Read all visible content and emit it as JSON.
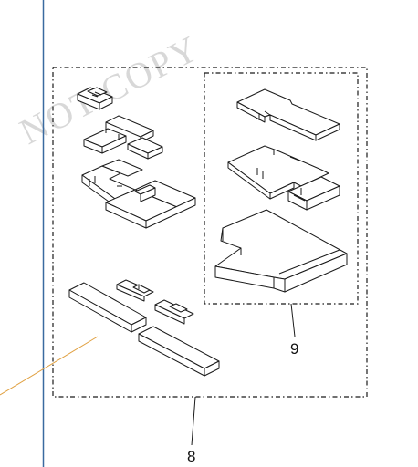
{
  "watermark": {
    "text": "NOT COPY",
    "color": "#d6d6d6"
  },
  "callouts": [
    {
      "id": "8",
      "label": "8"
    },
    {
      "id": "9",
      "label": "9"
    }
  ],
  "colors": {
    "line": "#1a1a1a",
    "left_rule": "#3a6aa0",
    "leader": "#e0a040"
  }
}
